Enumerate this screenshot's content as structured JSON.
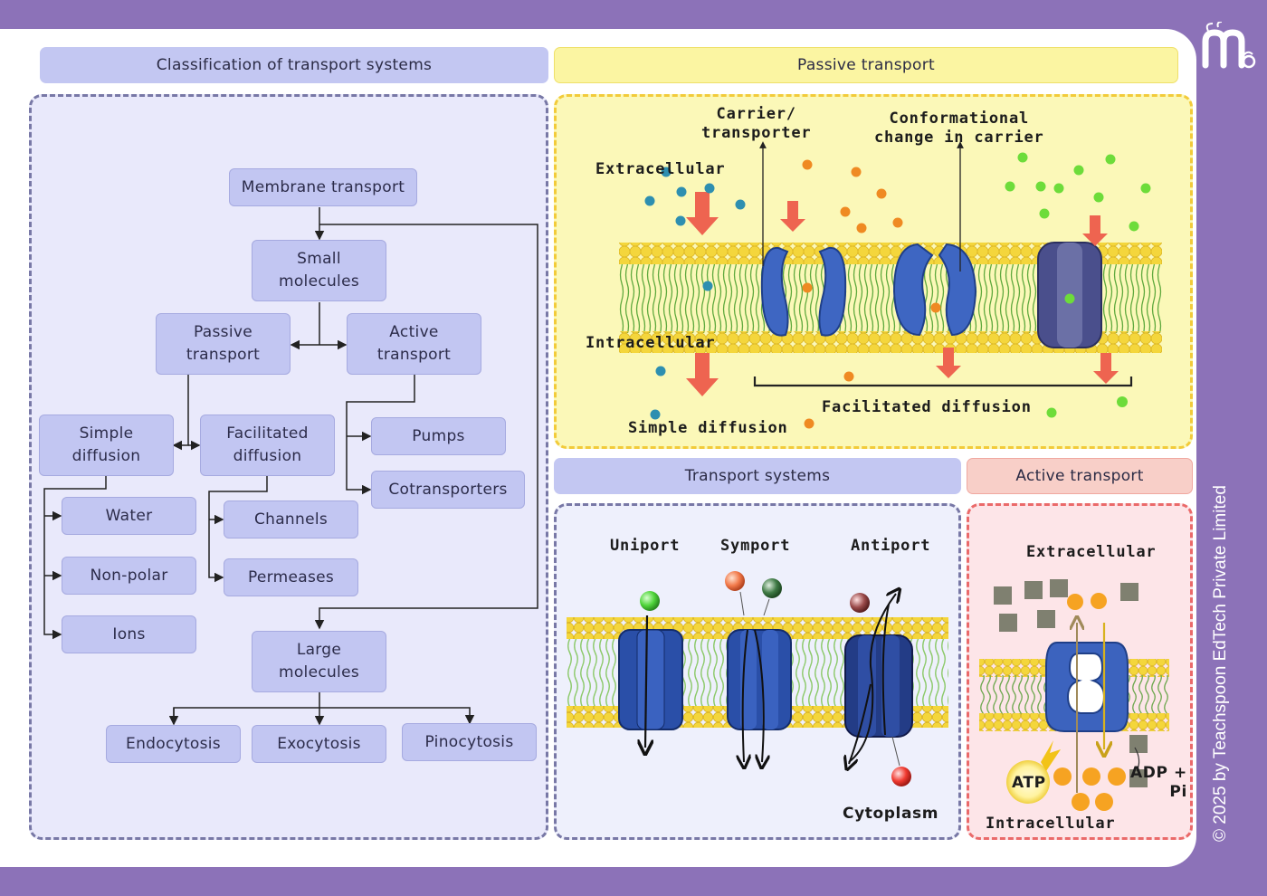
{
  "headers": {
    "classification": "Classification of transport systems",
    "passive": "Passive transport",
    "systems": "Transport systems",
    "active": "Active transport"
  },
  "flowchart": {
    "membrane_transport": "Membrane transport",
    "small_molecules": "Small\nmolecules",
    "passive_transport": "Passive\ntransport",
    "active_transport": "Active\ntransport",
    "simple_diffusion": "Simple\ndiffusion",
    "facilitated_diffusion": "Facilitated\ndiffusion",
    "pumps": "Pumps",
    "cotransporters": "Cotransporters",
    "water": "Water",
    "non_polar": "Non-polar",
    "ions": "Ions",
    "channels": "Channels",
    "permeases": "Permeases",
    "large_molecules": "Large\nmolecules",
    "endocytosis": "Endocytosis",
    "exocytosis": "Exocytosis",
    "pinocytosis": "Pinocytosis"
  },
  "passive_panel": {
    "carrier": "Carrier/\ntransporter",
    "conformational": "Conformational\nchange in carrier",
    "extracellular": "Extracellular",
    "intracellular": "Intracellular",
    "simple_diffusion": "Simple diffusion",
    "facilitated_diffusion": "Facilitated  diffusion"
  },
  "systems_panel": {
    "uniport": "Uniport",
    "symport": "Symport",
    "antiport": "Antiport",
    "cytoplasm": "Cytoplasm"
  },
  "active_panel": {
    "extracellular": "Extracellular",
    "intracellular": "Intracellular",
    "atp": "ATP",
    "adp": "ADP +\nPi"
  },
  "copyright": "© 2025 by Teachspoon EdTech Private Limited",
  "colors": {
    "background": "#8c72b8",
    "node_fill": "#c2c6f2",
    "passive_header": "#fbf5a2",
    "passive_panel": "#fbf8b8",
    "active_header": "#f8cfc8",
    "active_panel": "#fde5e8",
    "protein": "#3c63be",
    "arrow_red": "#ee6450",
    "lipid_head": "#f4d63c",
    "lipid_tail": "#6fb54a"
  }
}
